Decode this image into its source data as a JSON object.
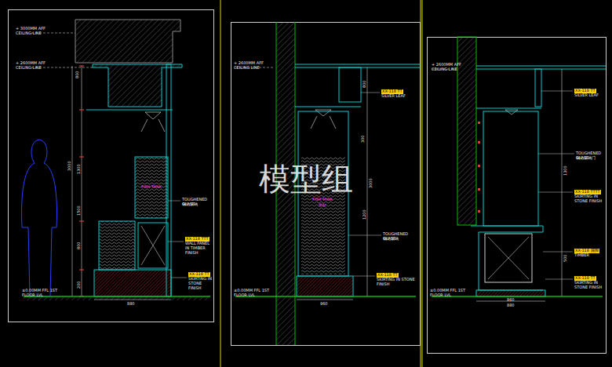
{
  "diagram": {
    "labels": [
      "+ 3000MM AFF CEILING LINE",
      "+ 2600MM AFF CEILING LINE",
      "800",
      "3000",
      "1300",
      "1500",
      "800",
      "200",
      "FISH TANK",
      "TOUGHENED GLASS",
      "钢化玻璃",
      "XX-118 TTT",
      "WALL PANEL IN TIMBER FINISH",
      "XX-118 TT",
      "SKIRTING IN STONE FINISH",
      "±0.00MM FFL 1ST FLOOR LVL",
      "880",
      "+ 2600MM AFF CEILING LINE",
      "XX-118 TT",
      "SILVER LEAF",
      "800",
      "3000",
      "300",
      "1200",
      "TOUGHENED GLASS",
      "钢化玻璃",
      "FISH TANK",
      "鱼缸",
      "XX-118 TT",
      "SKIRTING IN STONE FINISH",
      "±0.00MM FFL 1ST FLOOR LVL",
      "960",
      "+ 2600MM AFF CEILING LINE",
      "XX-118 TT",
      "SILVER LEAF",
      "TOUGHENED GLASS",
      "钢化玻璃门",
      "1300",
      "XX-118 TTTT",
      "SKIRTING IN STONE FINISH",
      "500",
      "XX-118 踢脚",
      "TIMBER",
      "XX-118 TT",
      "SKIRTING IN STONE FINISH",
      "±0.00MM FFL 1ST FLOOR LVL",
      "860",
      "880",
      "模型组"
    ]
  }
}
